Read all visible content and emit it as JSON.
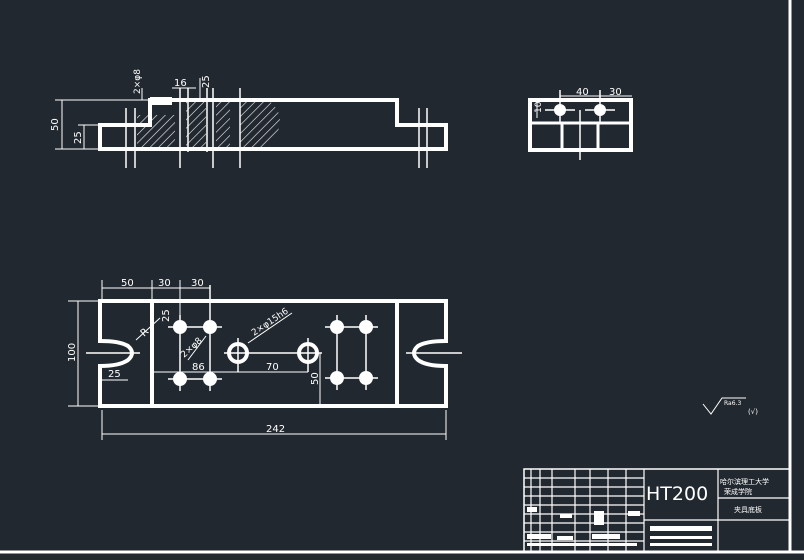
{
  "colors": {
    "background": "#212830",
    "lines": "#ffffff"
  },
  "front_view": {
    "dims": {
      "height_total": "50",
      "height_step": "25",
      "hole_callout": "2×φ8",
      "width_16": "16",
      "depth_25": "25"
    }
  },
  "side_view": {
    "dims": {
      "width_40": "40",
      "width_30": "30",
      "height_10": "10"
    }
  },
  "plan_view": {
    "dims": {
      "spacing_50": "50",
      "spacing_30a": "30",
      "spacing_30b": "30",
      "height_100": "100",
      "slot_25": "25",
      "offset_25": "25",
      "radius": "R",
      "callout_holes_small": "2×φ8",
      "callout_holes_large": "2×φ15h6",
      "spacing_86": "86",
      "spacing_70": "70",
      "height_50": "50",
      "length_242": "242"
    }
  },
  "surface_finish": {
    "value": "Ra6.3",
    "note": "(√)"
  },
  "title_block": {
    "material": "HT200",
    "school_line1": "哈尔滨理工大学",
    "school_line2": "荣成学院",
    "part_name": "夹具底板"
  }
}
